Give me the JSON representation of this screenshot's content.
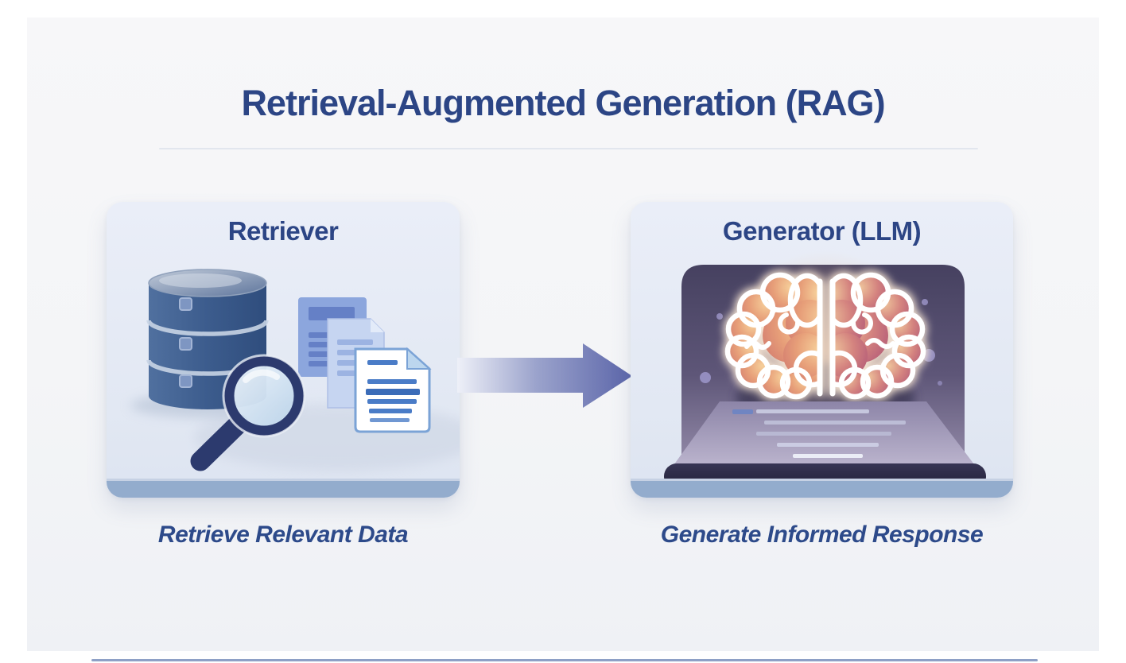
{
  "diagram": {
    "title": "Retrieval-Augmented Generation (RAG)",
    "nodes": [
      {
        "id": "retriever",
        "label": "Retriever",
        "caption": "Retrieve Relevant Data",
        "icons": [
          "database-icon",
          "documents-icon",
          "magnifier-icon"
        ]
      },
      {
        "id": "generator",
        "label": "Generator (LLM)",
        "caption": "Generate Informed Response",
        "icons": [
          "laptop-icon",
          "brain-icon"
        ]
      }
    ],
    "connector": {
      "type": "arrow",
      "direction": "right",
      "from": "retriever",
      "to": "generator"
    },
    "colors": {
      "heading_text": "#2c4585",
      "caption_text": "#2d4a8a",
      "canvas_bg": "#f5f6f8",
      "node_bg": "#e7ecf7",
      "node_strip": "#93accd",
      "arrow_gradient_start": "#eef0f8",
      "arrow_gradient_end": "#5b65a9",
      "database_blue": "#3f5d8d",
      "magnifier_navy": "#2c3a6e",
      "document_blue": "#4a7cc7",
      "laptop_screen_purple": "#4a4466",
      "brain_left_orange": "#e8a97e",
      "brain_right_rose": "#c36a7f"
    }
  }
}
